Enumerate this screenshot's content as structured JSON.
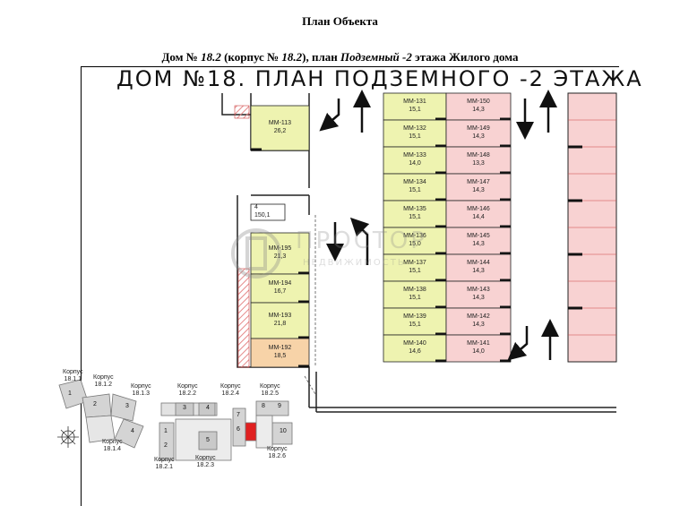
{
  "header": {
    "title": "План Объекта",
    "subtitle_parts": [
      {
        "text": "Дом № ",
        "italic": false
      },
      {
        "text": "18.2",
        "italic": true
      },
      {
        "text": " (корпус № ",
        "italic": false
      },
      {
        "text": "18.2",
        "italic": true
      },
      {
        "text": "), план ",
        "italic": false
      },
      {
        "text": "Подземный -2",
        "italic": true
      },
      {
        "text": " этажа Жилого дома",
        "italic": false
      }
    ]
  },
  "plan": {
    "heading": "ДОМ №18. ПЛАН ПОДЗЕМНОГО -2 ЭТАЖА",
    "watermark": {
      "main": "ПРОСТОР",
      "sub": "НЕДВИЖИМОСТЬ"
    },
    "left_block": [
      {
        "id": "ММ-113",
        "area": "26,2",
        "status": "available"
      },
      {
        "id": "4",
        "area": "150,1",
        "status": "room"
      },
      {
        "id": "ММ-195",
        "area": "21,3",
        "status": "available"
      },
      {
        "id": "ММ-194",
        "area": "16,7",
        "status": "available"
      },
      {
        "id": "ММ-193",
        "area": "21,8",
        "status": "available"
      },
      {
        "id": "ММ-192",
        "area": "18,5",
        "status": "selected"
      }
    ],
    "column_a": [
      {
        "id": "ММ-131",
        "area": "15,1"
      },
      {
        "id": "ММ-132",
        "area": "15,1"
      },
      {
        "id": "ММ-133",
        "area": "14,0"
      },
      {
        "id": "ММ-134",
        "area": "15,1"
      },
      {
        "id": "ММ-135",
        "area": "15,1"
      },
      {
        "id": "ММ-136",
        "area": "15,0"
      },
      {
        "id": "ММ-137",
        "area": "15,1"
      },
      {
        "id": "ММ-138",
        "area": "15,1"
      },
      {
        "id": "ММ-139",
        "area": "15,1"
      },
      {
        "id": "ММ-140",
        "area": "14,6"
      }
    ],
    "column_b": [
      {
        "id": "ММ-150",
        "area": "14,3"
      },
      {
        "id": "ММ-149",
        "area": "14,3"
      },
      {
        "id": "ММ-148",
        "area": "13,3"
      },
      {
        "id": "ММ-147",
        "area": "14,3"
      },
      {
        "id": "ММ-146",
        "area": "14,4"
      },
      {
        "id": "ММ-145",
        "area": "14,3"
      },
      {
        "id": "ММ-144",
        "area": "14,3"
      },
      {
        "id": "ММ-143",
        "area": "14,3"
      },
      {
        "id": "ММ-142",
        "area": "14,3"
      },
      {
        "id": "ММ-141",
        "area": "14,0"
      }
    ],
    "colors": {
      "available": "#eef3b0",
      "sold": "#f8d2d2",
      "selected": "#f7d3a8",
      "line": "#222222",
      "hatch": "#e58a8a"
    }
  },
  "key_plan": {
    "left_labels": [
      {
        "name": "Корпус",
        "num": "18.1.1"
      },
      {
        "name": "Корпус",
        "num": "18.1.2"
      },
      {
        "name": "Корпус",
        "num": "18.1.3"
      },
      {
        "name": "Корпус",
        "num": "18.1.4"
      }
    ],
    "left_blocks": [
      "1",
      "2",
      "3",
      "4"
    ],
    "right_labels": [
      {
        "name": "Корпус",
        "num": "18.2.2"
      },
      {
        "name": "Корпус",
        "num": "18.2.4"
      },
      {
        "name": "Корпус",
        "num": "18.2.5"
      },
      {
        "name": "Корпус",
        "num": "18.2.1"
      },
      {
        "name": "Корпус",
        "num": "18.2.3"
      },
      {
        "name": "Корпус",
        "num": "18.2.6"
      }
    ],
    "right_blocks": [
      "1",
      "2",
      "3",
      "4",
      "5",
      "6",
      "7",
      "8",
      "9",
      "10"
    ]
  }
}
